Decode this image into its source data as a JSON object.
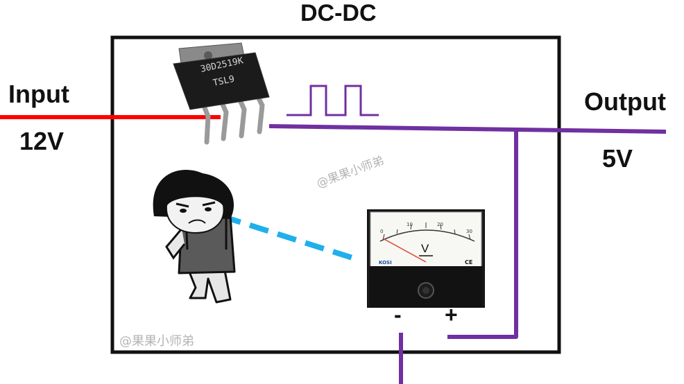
{
  "title": "DC-DC",
  "input": {
    "label": "Input",
    "voltage": "12V"
  },
  "output": {
    "label": "Output",
    "voltage": "5V"
  },
  "chip": {
    "line1": "30D2519K",
    "line2": "TSL9"
  },
  "meter": {
    "unit": "V",
    "scale": [
      "0",
      "10",
      "20",
      "30"
    ],
    "brand": "KOSI",
    "mark": "CE",
    "neg": "-",
    "pos": "+"
  },
  "watermark": "@果果小师弟",
  "colors": {
    "input_wire": "#ff0000",
    "output_wire": "#7030a0",
    "sight_line": "#1fb0ea",
    "frame": "#111111"
  },
  "icons": [
    "mosfet-chip-icon",
    "pwm-waveform-icon",
    "voltmeter-icon",
    "meme-character-icon"
  ]
}
